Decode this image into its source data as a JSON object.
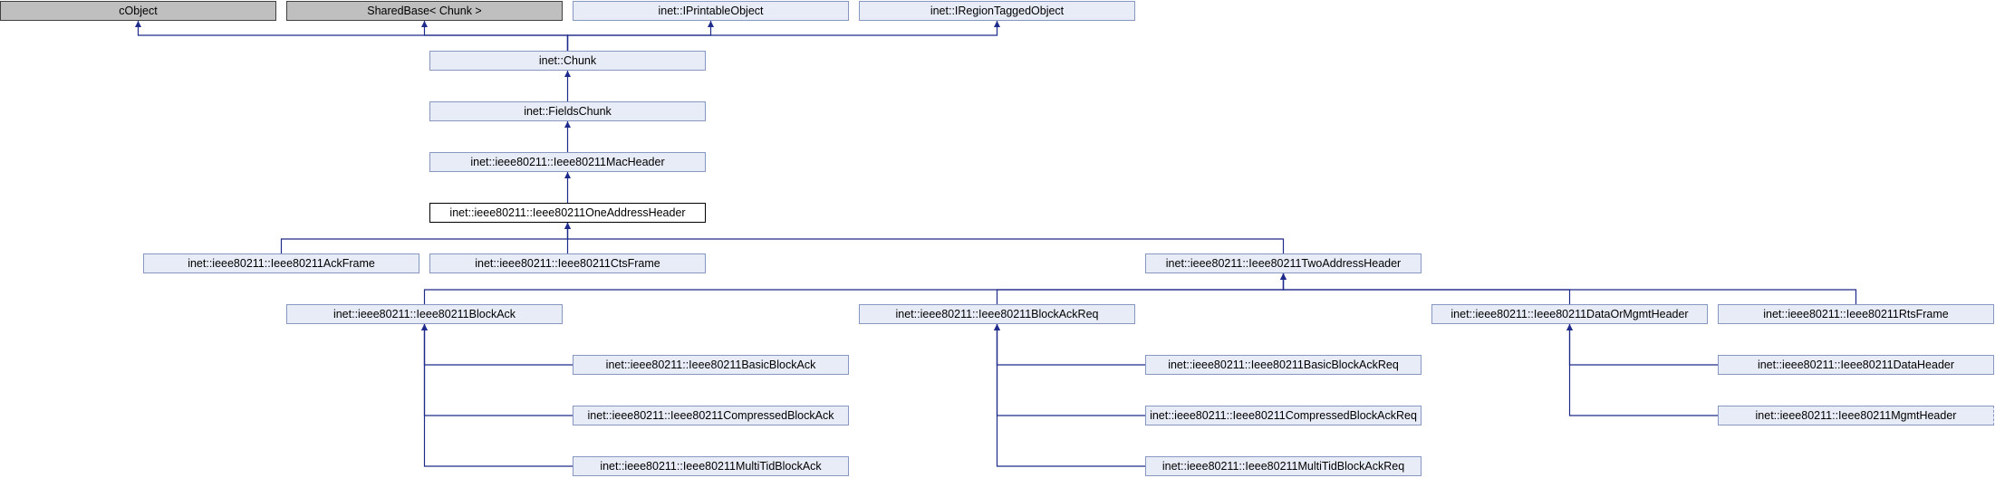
{
  "colors": {
    "edge": "#1f2b8a",
    "node_fill": "#e8ecf7",
    "node_border": "#8797c2",
    "external_fill": "#bfbfbf",
    "current_border": "#000000"
  },
  "nodes": {
    "cObject": {
      "label": "cObject",
      "style": "gray"
    },
    "sharedBase": {
      "label": "SharedBase< Chunk >",
      "style": "gray"
    },
    "iPrintable": {
      "label": "inet::IPrintableObject",
      "style": "normal"
    },
    "iRegion": {
      "label": "inet::IRegionTaggedObject",
      "style": "normal"
    },
    "chunk": {
      "label": "inet::Chunk",
      "style": "normal"
    },
    "fieldsChunk": {
      "label": "inet::FieldsChunk",
      "style": "normal"
    },
    "macHeader": {
      "label": "inet::ieee80211::Ieee80211MacHeader",
      "style": "normal"
    },
    "oneAddress": {
      "label": "inet::ieee80211::Ieee80211OneAddressHeader",
      "style": "current"
    },
    "ackFrame": {
      "label": "inet::ieee80211::Ieee80211AckFrame",
      "style": "normal"
    },
    "ctsFrame": {
      "label": "inet::ieee80211::Ieee80211CtsFrame",
      "style": "normal"
    },
    "twoAddress": {
      "label": "inet::ieee80211::Ieee80211TwoAddressHeader",
      "style": "normal"
    },
    "blockAck": {
      "label": "inet::ieee80211::Ieee80211BlockAck",
      "style": "normal"
    },
    "blockAckReq": {
      "label": "inet::ieee80211::Ieee80211BlockAckReq",
      "style": "normal"
    },
    "dataOrMgmt": {
      "label": "inet::ieee80211::Ieee80211DataOrMgmtHeader",
      "style": "normal"
    },
    "rtsFrame": {
      "label": "inet::ieee80211::Ieee80211RtsFrame",
      "style": "normal"
    },
    "basicBlockAck": {
      "label": "inet::ieee80211::Ieee80211BasicBlockAck",
      "style": "normal"
    },
    "compressedBlockAck": {
      "label": "inet::ieee80211::Ieee80211CompressedBlockAck",
      "style": "normal"
    },
    "multiTidBlockAck": {
      "label": "inet::ieee80211::Ieee80211MultiTidBlockAck",
      "style": "normal"
    },
    "basicBlockAckReq": {
      "label": "inet::ieee80211::Ieee80211BasicBlockAckReq",
      "style": "normal"
    },
    "compressedBlockAckReq": {
      "label": "inet::ieee80211::Ieee80211CompressedBlockAckReq",
      "style": "normal"
    },
    "multiTidBlockAckReq": {
      "label": "inet::ieee80211::Ieee80211MultiTidBlockAckReq",
      "style": "normal"
    },
    "dataHeader": {
      "label": "inet::ieee80211::Ieee80211DataHeader",
      "style": "normal"
    },
    "mgmtHeader": {
      "label": "inet::ieee80211::Ieee80211MgmtHeader",
      "style": "normal",
      "truncated": true
    }
  },
  "edges": [
    {
      "parent": "cObject",
      "child": "chunk"
    },
    {
      "parent": "sharedBase",
      "child": "chunk"
    },
    {
      "parent": "iPrintable",
      "child": "chunk"
    },
    {
      "parent": "iRegion",
      "child": "chunk"
    },
    {
      "parent": "chunk",
      "child": "fieldsChunk"
    },
    {
      "parent": "fieldsChunk",
      "child": "macHeader"
    },
    {
      "parent": "macHeader",
      "child": "oneAddress"
    },
    {
      "parent": "oneAddress",
      "child": "ackFrame"
    },
    {
      "parent": "oneAddress",
      "child": "ctsFrame"
    },
    {
      "parent": "oneAddress",
      "child": "twoAddress"
    },
    {
      "parent": "twoAddress",
      "child": "blockAck"
    },
    {
      "parent": "twoAddress",
      "child": "blockAckReq"
    },
    {
      "parent": "twoAddress",
      "child": "dataOrMgmt"
    },
    {
      "parent": "twoAddress",
      "child": "rtsFrame"
    },
    {
      "parent": "blockAck",
      "child": "basicBlockAck"
    },
    {
      "parent": "blockAck",
      "child": "compressedBlockAck"
    },
    {
      "parent": "blockAck",
      "child": "multiTidBlockAck"
    },
    {
      "parent": "blockAckReq",
      "child": "basicBlockAckReq"
    },
    {
      "parent": "blockAckReq",
      "child": "compressedBlockAckReq"
    },
    {
      "parent": "blockAckReq",
      "child": "multiTidBlockAckReq"
    },
    {
      "parent": "dataOrMgmt",
      "child": "dataHeader"
    },
    {
      "parent": "dataOrMgmt",
      "child": "mgmtHeader"
    }
  ]
}
